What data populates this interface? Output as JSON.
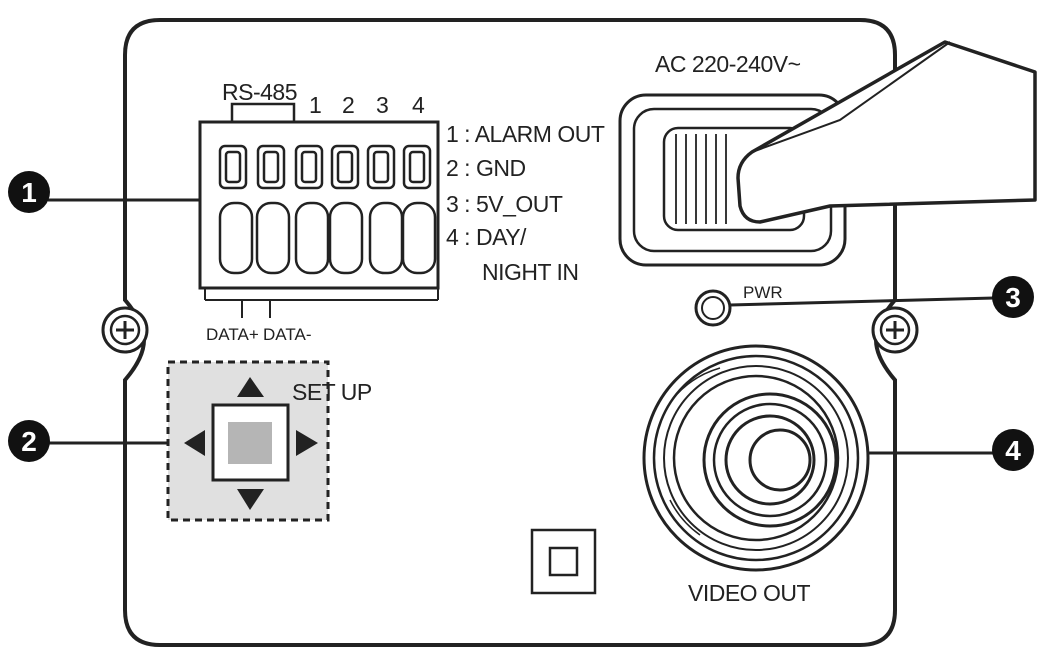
{
  "terminal": {
    "rs485_label": "RS-485",
    "pin_numbers": [
      "1",
      "2",
      "3",
      "4"
    ],
    "pin_functions": [
      "1 : ALARM OUT",
      "2 : GND",
      "3 : 5V_OUT",
      "4 : DAY/",
      "NIGHT IN"
    ],
    "data_plus": "DATA+",
    "data_minus": "DATA-"
  },
  "power": {
    "label": "AC 220-240V~"
  },
  "led": {
    "label": "PWR"
  },
  "setup": {
    "label": "SET UP"
  },
  "video": {
    "label": "VIDEO OUT"
  },
  "callouts": [
    "1",
    "2",
    "3",
    "4"
  ],
  "colors": {
    "line": "#222222",
    "setup_center": "#b5b5b5",
    "setup_area": "#e0e0e0",
    "background": "#ffffff"
  }
}
